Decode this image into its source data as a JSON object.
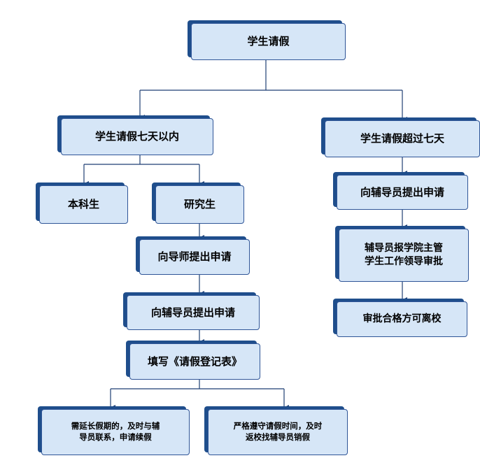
{
  "flowchart": {
    "root": "学生请假",
    "within_seven_days": "学生请假七天以内",
    "over_seven_days": "学生请假超过七天",
    "undergraduate": "本科生",
    "graduate": "研究生",
    "apply_to_supervisor": "向导师提出申请",
    "apply_to_counselor_left": "向辅导员提出申请",
    "fill_form": "填写《请假登记表》",
    "extend_leave": "需延长假期的，及时与辅\n导员联系，申请续假",
    "return_on_time": "严格遵守请假时间，及时\n返校找辅导员销假",
    "apply_to_counselor_right": "向辅导员提出申请",
    "counselor_reports": "辅导员报学院主管\n学生工作领导审批",
    "approved_leave": "审批合格方可离校"
  },
  "colors": {
    "node_fill": "#d6e6f7",
    "node_border": "#2f5597",
    "node_shadow": "#1f4e8c",
    "connector": "#1f3f73"
  }
}
